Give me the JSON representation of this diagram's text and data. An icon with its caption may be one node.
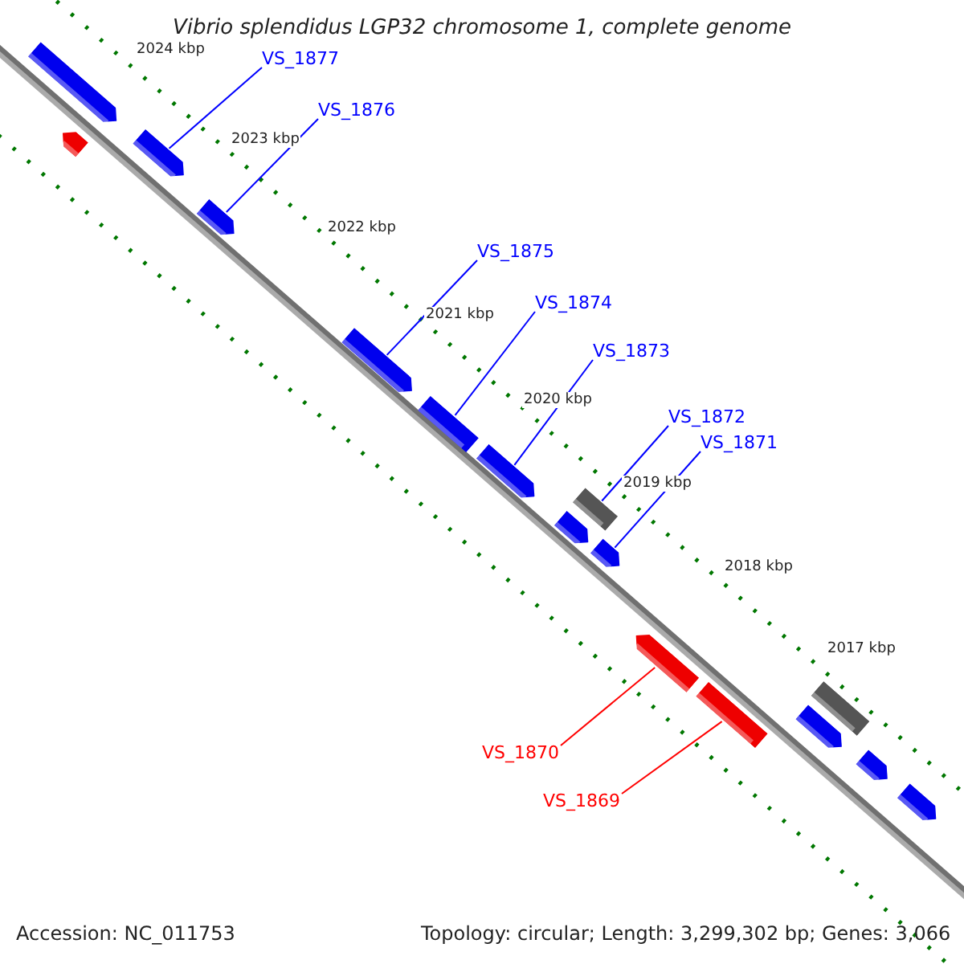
{
  "diagram": {
    "title": "Vibrio splendidus LGP32 chromosome 1, complete genome",
    "nodes": [
      {
        "text": [
          "VS_1877"
        ]
      },
      {
        "text": [
          "VS_1876"
        ]
      },
      {
        "text": [
          "VS_1875"
        ]
      },
      {
        "text": [
          "VS_1874"
        ]
      },
      {
        "text": [
          "VS_1873"
        ]
      },
      {
        "text": [
          "VS_1872"
        ]
      },
      {
        "text": [
          "VS_1871"
        ]
      },
      {
        "text": [
          "VS_1870"
        ]
      },
      {
        "text": [
          "VS_1869"
        ]
      },
      {
        "text": [],
        "shape": "arrow"
      },
      {
        "text": [],
        "shape": "arrow"
      },
      {
        "text": [],
        "shape": "arrow"
      },
      {
        "text": [],
        "shape": "arrow"
      },
      {
        "text": [],
        "shape": "arrow"
      },
      {
        "text": [],
        "shape": "bar"
      },
      {
        "text": [],
        "shape": "arrow"
      },
      {
        "text": [],
        "shape": "bar"
      },
      {
        "text": [],
        "shape": "arrow"
      },
      {
        "text": [],
        "shape": "arrow"
      },
      {
        "text": [],
        "shape": "arrow"
      },
      {
        "text": [],
        "shape": "bar"
      },
      {
        "text": [],
        "shape": "bar"
      },
      {
        "text": [],
        "shape": "arrow"
      },
      {
        "text": [],
        "shape": "arrow"
      },
      {
        "text": [],
        "shape": "arrow"
      }
    ],
    "edges": [
      {
        "from": 0,
        "to": 11,
        "arrow": "none"
      },
      {
        "from": 1,
        "to": 12,
        "arrow": "none"
      },
      {
        "from": 2,
        "to": 13,
        "arrow": "none"
      },
      {
        "from": 3,
        "to": 14,
        "arrow": "none"
      },
      {
        "from": 4,
        "to": 15,
        "arrow": "none"
      },
      {
        "from": 5,
        "to": 16,
        "arrow": "none"
      },
      {
        "from": 6,
        "to": 18,
        "arrow": "none"
      },
      {
        "from": 7,
        "to": 19,
        "arrow": "none",
        "color": "#ff0000"
      },
      {
        "from": 8,
        "to": 20,
        "arrow": "none",
        "color": "#ff0000"
      }
    ],
    "labels": [
      "2024 kbp",
      "2023 kbp",
      "2022 kbp",
      "2021 kbp",
      "2020 kbp",
      "2019 kbp",
      "2018 kbp",
      "2017 kbp",
      "Accession: NC_011753",
      "Topology: circular; Length: 3,299,302 bp; Genes: 3,066"
    ]
  }
}
